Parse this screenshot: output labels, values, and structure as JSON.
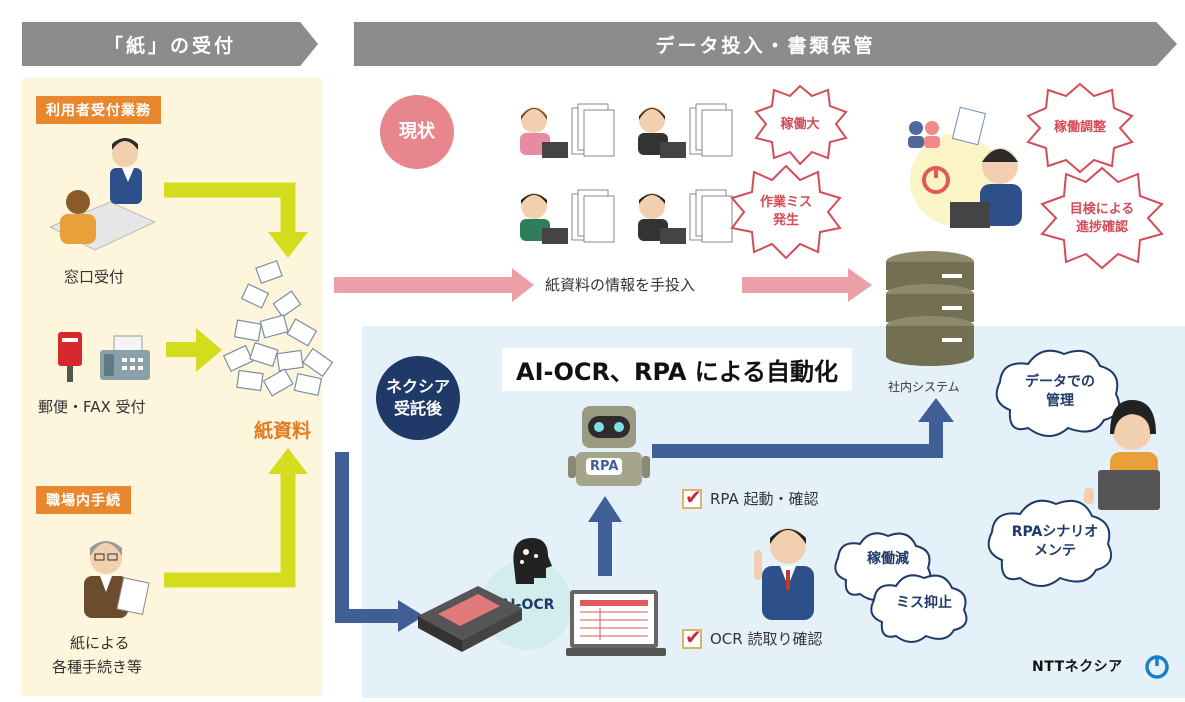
{
  "banners": {
    "left": "「紙」の受付",
    "right": "データ投入・書類保管"
  },
  "left_section": {
    "label_reception": "利用者受付業務",
    "caption_counter": "窓口受付",
    "caption_mail": "郵便・FAX 受付",
    "label_workplace": "職場内手続",
    "caption_paper_procedures_line1": "紙による",
    "caption_paper_procedures_line2": "各種手続き等",
    "paper_docs_label": "紙資料"
  },
  "current_state": {
    "badge": "現状",
    "burst_workload": "稼働大",
    "burst_errors": "作業ミス\n発生",
    "burst_adjust": "稼働調整",
    "burst_visual_check": "目検による\n進捗確認",
    "manual_input_label": "紙資料の情報を手投入"
  },
  "database_label": "社内システム",
  "after": {
    "badge": "ネクシア\n受託後",
    "headline": "AI-OCR、RPA による自動化",
    "rpa_label": "RPA",
    "ai_ocr_label": "AI-OCR",
    "check_rpa": "RPA 起動・確認",
    "check_ocr": "OCR 読取り確認",
    "cloud_less_work": "稼働減",
    "cloud_less_errors": "ミス抑止",
    "cloud_data_mgmt": "データでの\n管理",
    "cloud_rpa_maint": "RPAシナリオ\nメンテ"
  },
  "logo": {
    "text": "NTTネクシア"
  },
  "colors": {
    "banner_gray": "#8c8c8c",
    "orange": "#e8872e",
    "yellow_arrow": "#d4dc1e",
    "pink_arrow": "#eba0a7",
    "navy_arrow": "#3f5f96",
    "navy_badge": "#1f3a68",
    "pink_badge": "#e8868e",
    "light_blue_panel": "#e4f1f9",
    "cream_panel": "#fdf6dc"
  }
}
